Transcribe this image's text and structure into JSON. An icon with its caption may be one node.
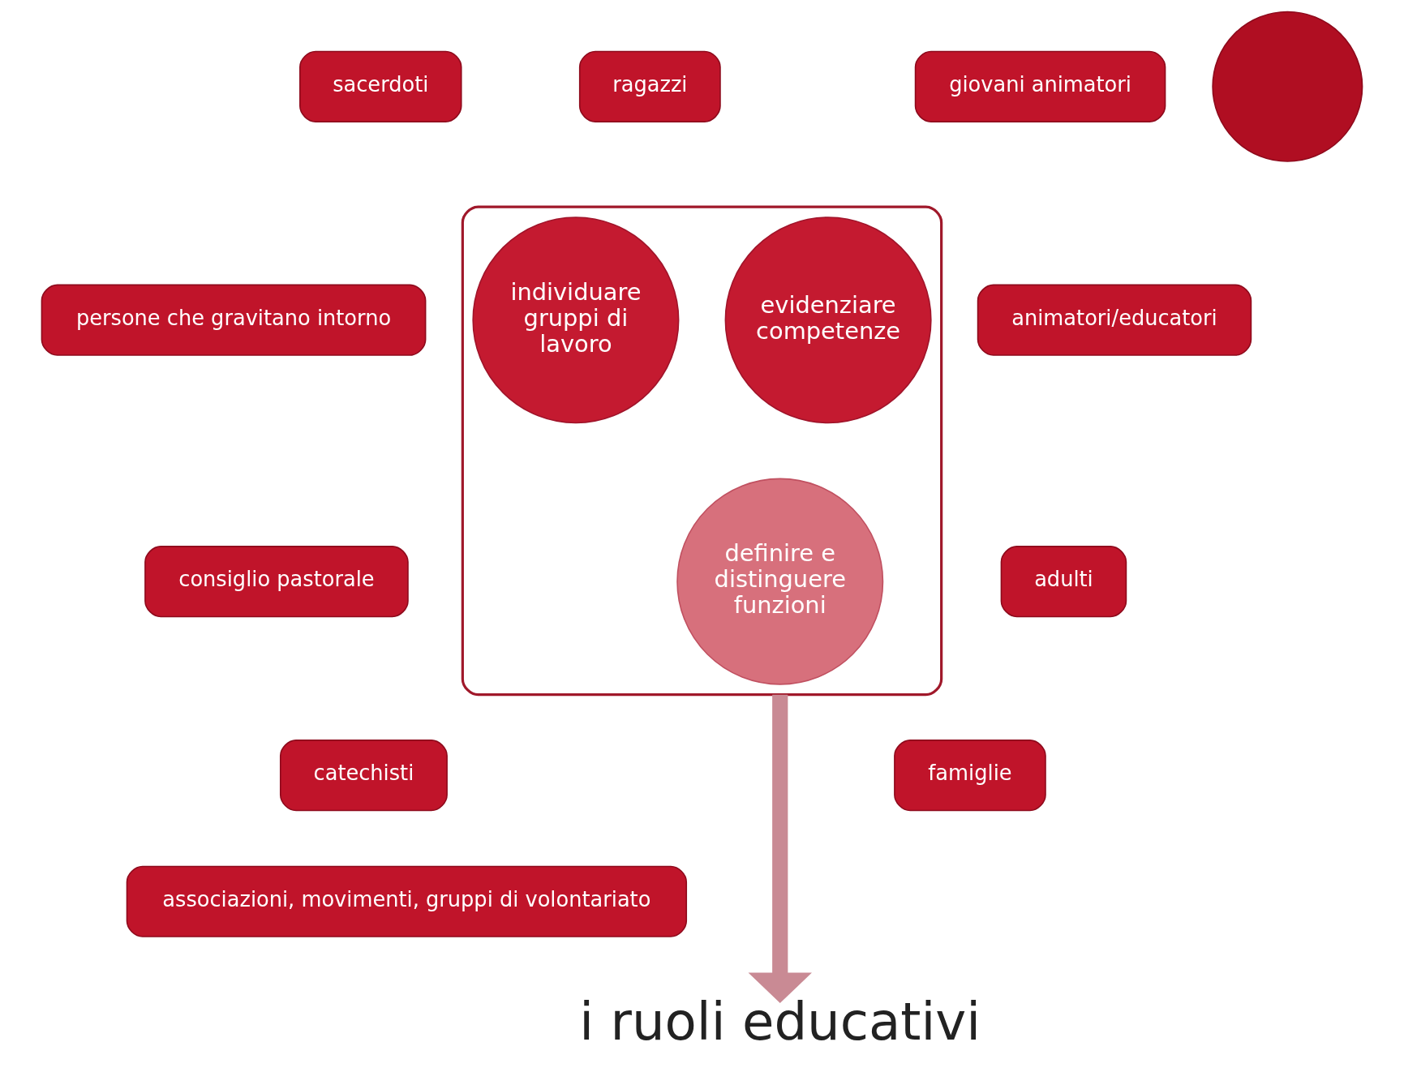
{
  "diagram": {
    "nodes": [
      {
        "text": [
          "ragazzi"
        ]
      },
      {
        "text": [
          "giovani animatori"
        ]
      },
      {
        "text": [
          "animatori/educatori"
        ]
      },
      {
        "text": [
          "adulti"
        ]
      },
      {
        "text": [
          "famiglie"
        ]
      },
      {
        "text": [
          "associazioni, movimenti, gruppi di volontariato"
        ]
      },
      {
        "text": [
          "catechisti"
        ]
      },
      {
        "text": [
          "consiglio pastorale"
        ]
      },
      {
        "text": [
          "persone che gravitano intorno"
        ]
      },
      {
        "text": [
          "sacerdoti"
        ]
      },
      {
        "text": [],
        "shape": "circle"
      },
      {
        "text": [],
        "shape": "funnel"
      },
      {
        "text": [
          "individuare gruppi di lavoro"
        ],
        "in": 11
      },
      {
        "text": [
          "evidenziare competenze"
        ],
        "in": 11
      },
      {
        "text": [
          "definire e distinguere funzioni"
        ],
        "in": 11
      },
      {
        "text": [
          "i ruoli educativi"
        ]
      }
    ],
    "edges": [
      {
        "from": 11,
        "to": 15,
        "arrow": "to"
      }
    ]
  }
}
